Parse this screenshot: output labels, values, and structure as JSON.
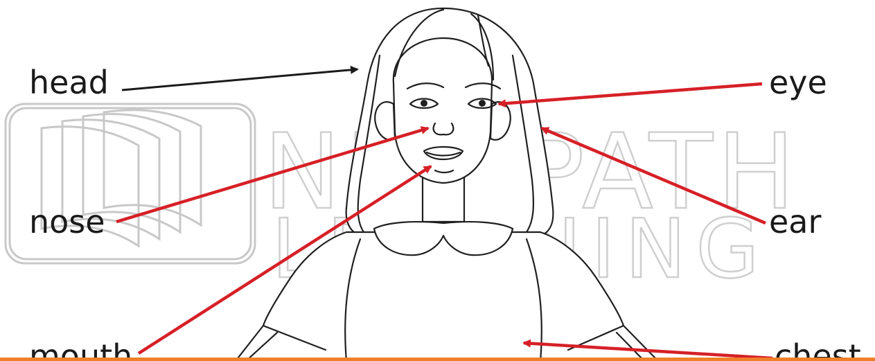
{
  "watermark": {
    "line1": "NEWPATH",
    "line2": "LEARNING"
  },
  "labels": {
    "head": "head",
    "nose": "nose",
    "mouth": "mouth",
    "eye": "eye",
    "ear": "ear",
    "chest": "chest"
  },
  "colors": {
    "arrow_red": "#d62027",
    "arrow_black": "#1a1a1a",
    "bottom_bar": "#f07f2a"
  }
}
